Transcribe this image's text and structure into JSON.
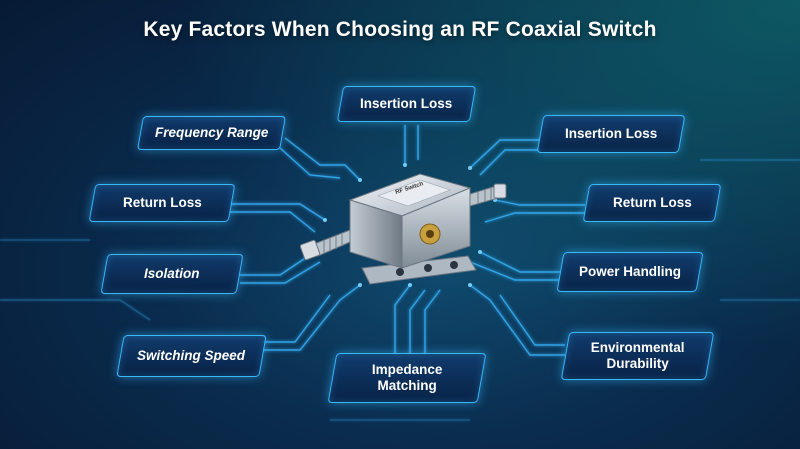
{
  "title": "Key Factors When Choosing an RF Coaxial Switch",
  "factors": {
    "insertion_loss_top": "Insertion Loss",
    "frequency_range": "Frequency Range",
    "return_loss_left": "Return Loss",
    "isolation": "Isolation",
    "switching_speed": "Switching Speed",
    "impedance_matching": "Impedance Matching",
    "insertion_loss_right": "Insertion Loss",
    "return_loss_right": "Return Loss",
    "power_handling": "Power Handling",
    "environmental_durability": "Environmental Durability"
  },
  "device_label": "RF Switch",
  "colors": {
    "glow": "#3ab8ff",
    "box_fill": "#0d2f5c",
    "background": "#0a2c4e"
  }
}
